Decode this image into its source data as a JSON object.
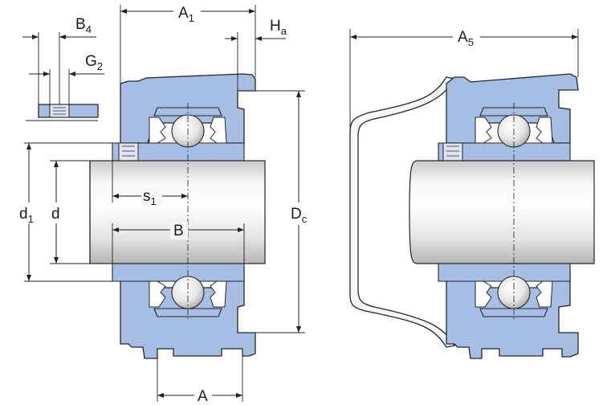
{
  "colors": {
    "housing": "#a6bde4",
    "housing_dark": "#7d97c9",
    "shaft_light": "#fafafa",
    "shaft_dark": "#bdbdbd",
    "line": "#23262b"
  },
  "labels": {
    "A1": {
      "main": "A",
      "sub": "1"
    },
    "Ha": {
      "main": "H",
      "sub": "a"
    },
    "B4": {
      "main": "B",
      "sub": "4"
    },
    "G2": {
      "main": "G",
      "sub": "2"
    },
    "d1": {
      "main": "d",
      "sub": "1"
    },
    "d": {
      "main": "d",
      "sub": ""
    },
    "s1": {
      "main": "s",
      "sub": "1"
    },
    "B": {
      "main": "B",
      "sub": ""
    },
    "Dc": {
      "main": "D",
      "sub": "c"
    },
    "A": {
      "main": "A",
      "sub": ""
    },
    "A5": {
      "main": "A",
      "sub": "5"
    }
  }
}
